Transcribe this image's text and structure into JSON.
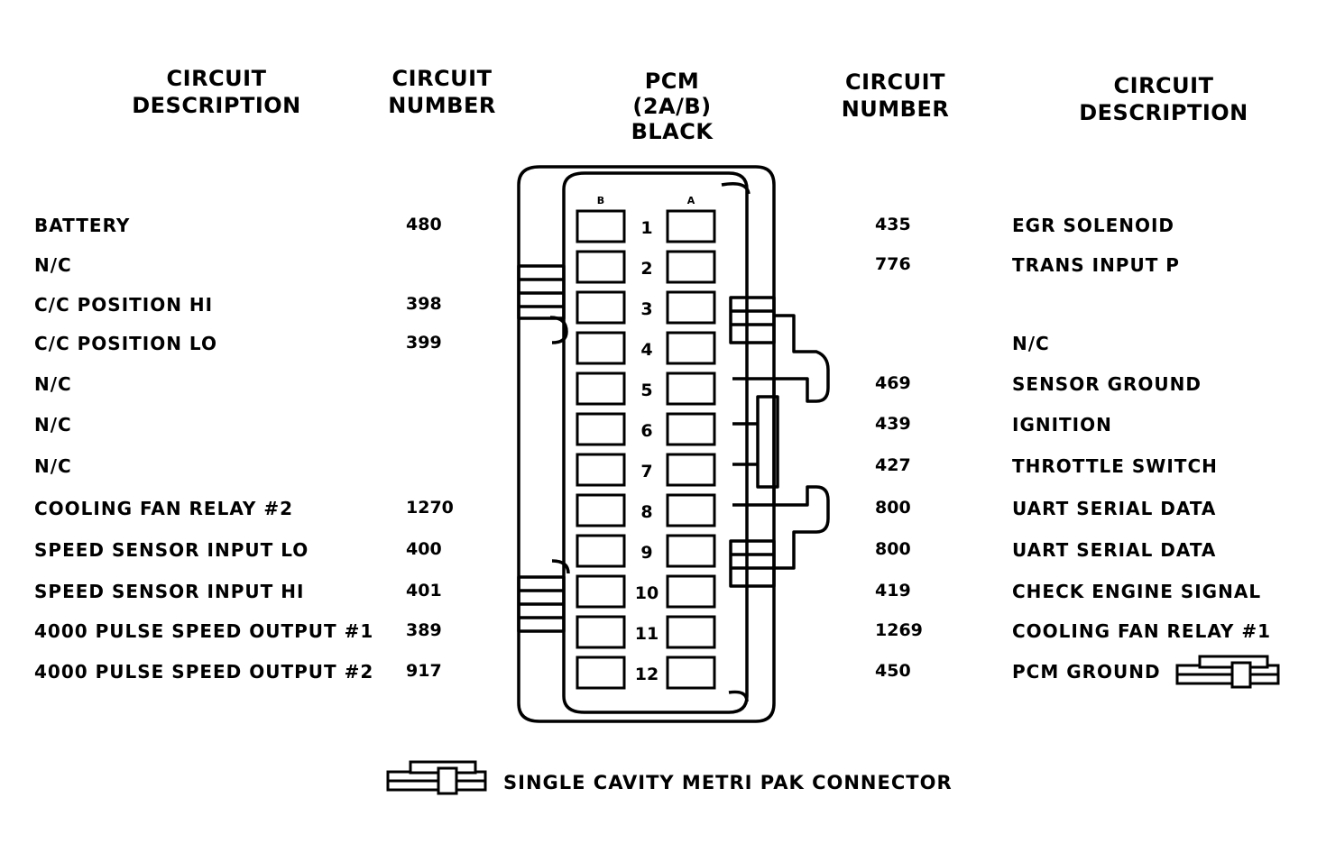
{
  "headers": {
    "left_desc": [
      "CIRCUIT",
      "DESCRIPTION"
    ],
    "left_num": [
      "CIRCUIT",
      "NUMBER"
    ],
    "pcm": [
      "PCM",
      "(2A/B)",
      "BLACK"
    ],
    "right_num": [
      "CIRCUIT",
      "NUMBER"
    ],
    "right_desc": [
      "CIRCUIT",
      "DESCRIPTION"
    ]
  },
  "column_labels": {
    "b": "B",
    "a": "A"
  },
  "pins": [
    {
      "pin": "1",
      "b_desc": "BATTERY",
      "b_num": "480",
      "a_num": "435",
      "a_desc": "EGR SOLENOID"
    },
    {
      "pin": "2",
      "b_desc": "N/C",
      "b_num": "",
      "a_num": "776",
      "a_desc": "TRANS INPUT P"
    },
    {
      "pin": "3",
      "b_desc": "C/C POSITION HI",
      "b_num": "398",
      "a_num": "",
      "a_desc": ""
    },
    {
      "pin": "4",
      "b_desc": "C/C POSITION LO",
      "b_num": "399",
      "a_num": "",
      "a_desc": "N/C"
    },
    {
      "pin": "5",
      "b_desc": "N/C",
      "b_num": "",
      "a_num": "469",
      "a_desc": "SENSOR GROUND"
    },
    {
      "pin": "6",
      "b_desc": "N/C",
      "b_num": "",
      "a_num": "439",
      "a_desc": "IGNITION"
    },
    {
      "pin": "7",
      "b_desc": "N/C",
      "b_num": "",
      "a_num": "427",
      "a_desc": "THROTTLE SWITCH"
    },
    {
      "pin": "8",
      "b_desc": "COOLING FAN RELAY #2",
      "b_num": "1270",
      "a_num": "800",
      "a_desc": "UART SERIAL DATA"
    },
    {
      "pin": "9",
      "b_desc": "SPEED SENSOR INPUT LO",
      "b_num": "400",
      "a_num": "800",
      "a_desc": "UART SERIAL DATA"
    },
    {
      "pin": "10",
      "b_desc": "SPEED SENSOR INPUT HI",
      "b_num": "401",
      "a_num": "419",
      "a_desc": "CHECK ENGINE SIGNAL"
    },
    {
      "pin": "11",
      "b_desc": "4000 PULSE SPEED OUTPUT #1",
      "b_num": "389",
      "a_num": "1269",
      "a_desc": "COOLING FAN RELAY #1"
    },
    {
      "pin": "12",
      "b_desc": "4000 PULSE SPEED OUTPUT #2",
      "b_num": "917",
      "a_num": "450",
      "a_desc": "PCM GROUND"
    }
  ],
  "footer": {
    "legend_text": "SINGLE CAVITY METRI PAK CONNECTOR",
    "legend_icon": "metri-pak-connector-icon"
  }
}
